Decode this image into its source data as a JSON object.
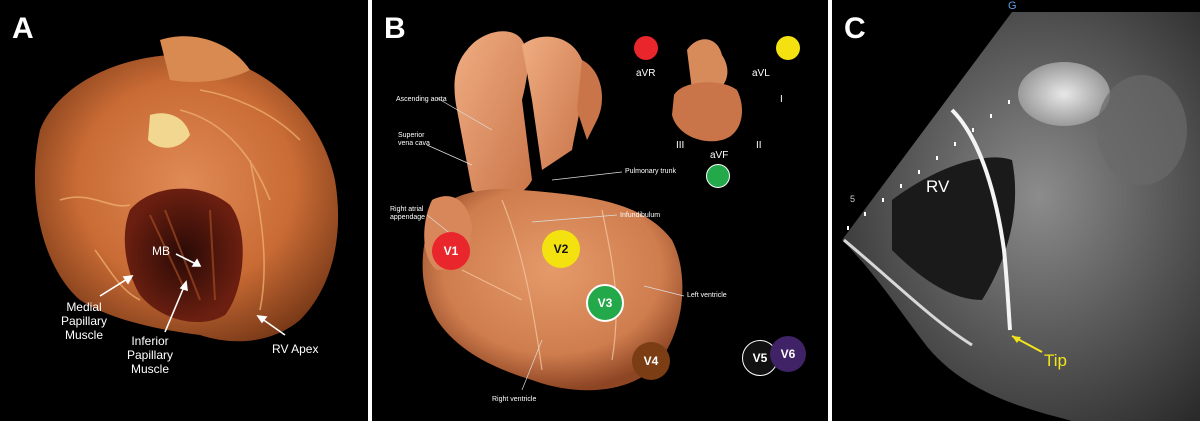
{
  "panel_a": {
    "letter": "A",
    "labels": {
      "mb": "MB",
      "medial": "Medial\nPapillary\nMuscle",
      "inferior": "Inferior\nPapillary\nMuscle",
      "rv_apex": "RV Apex"
    }
  },
  "panel_b": {
    "letter": "B",
    "anatomy": {
      "ascending_aorta": "Ascending aorta",
      "svc": "Superior\nvena cava",
      "pulmonary_trunk": "Pulmonary trunk",
      "right_atrial_appendage": "Right atrial\nappendage",
      "infundibulum": "Infundibulum",
      "left_ventricle": "Left ventricle",
      "right_ventricle": "Right ventricle"
    },
    "limb_leads": {
      "avr": "aVR",
      "avl": "aVL",
      "avf": "aVF",
      "lead_i": "I",
      "lead_ii": "II",
      "lead_iii": "III"
    },
    "precordial_leads": {
      "v1": "V1",
      "v2": "V2",
      "v3": "V3",
      "v4": "V4",
      "v5": "V5",
      "v6": "V6"
    },
    "lead_colors": {
      "red": "#e8262b",
      "yellow": "#f3e20f",
      "green": "#23a94a",
      "brown": "#7a3d14",
      "black": "#111111",
      "purple": "#3f2366"
    }
  },
  "panel_c": {
    "letter": "C",
    "labels": {
      "rv": "RV",
      "tip": "Tip",
      "marker": "G",
      "scale": "5"
    },
    "tip_color": "#f2e51a"
  }
}
